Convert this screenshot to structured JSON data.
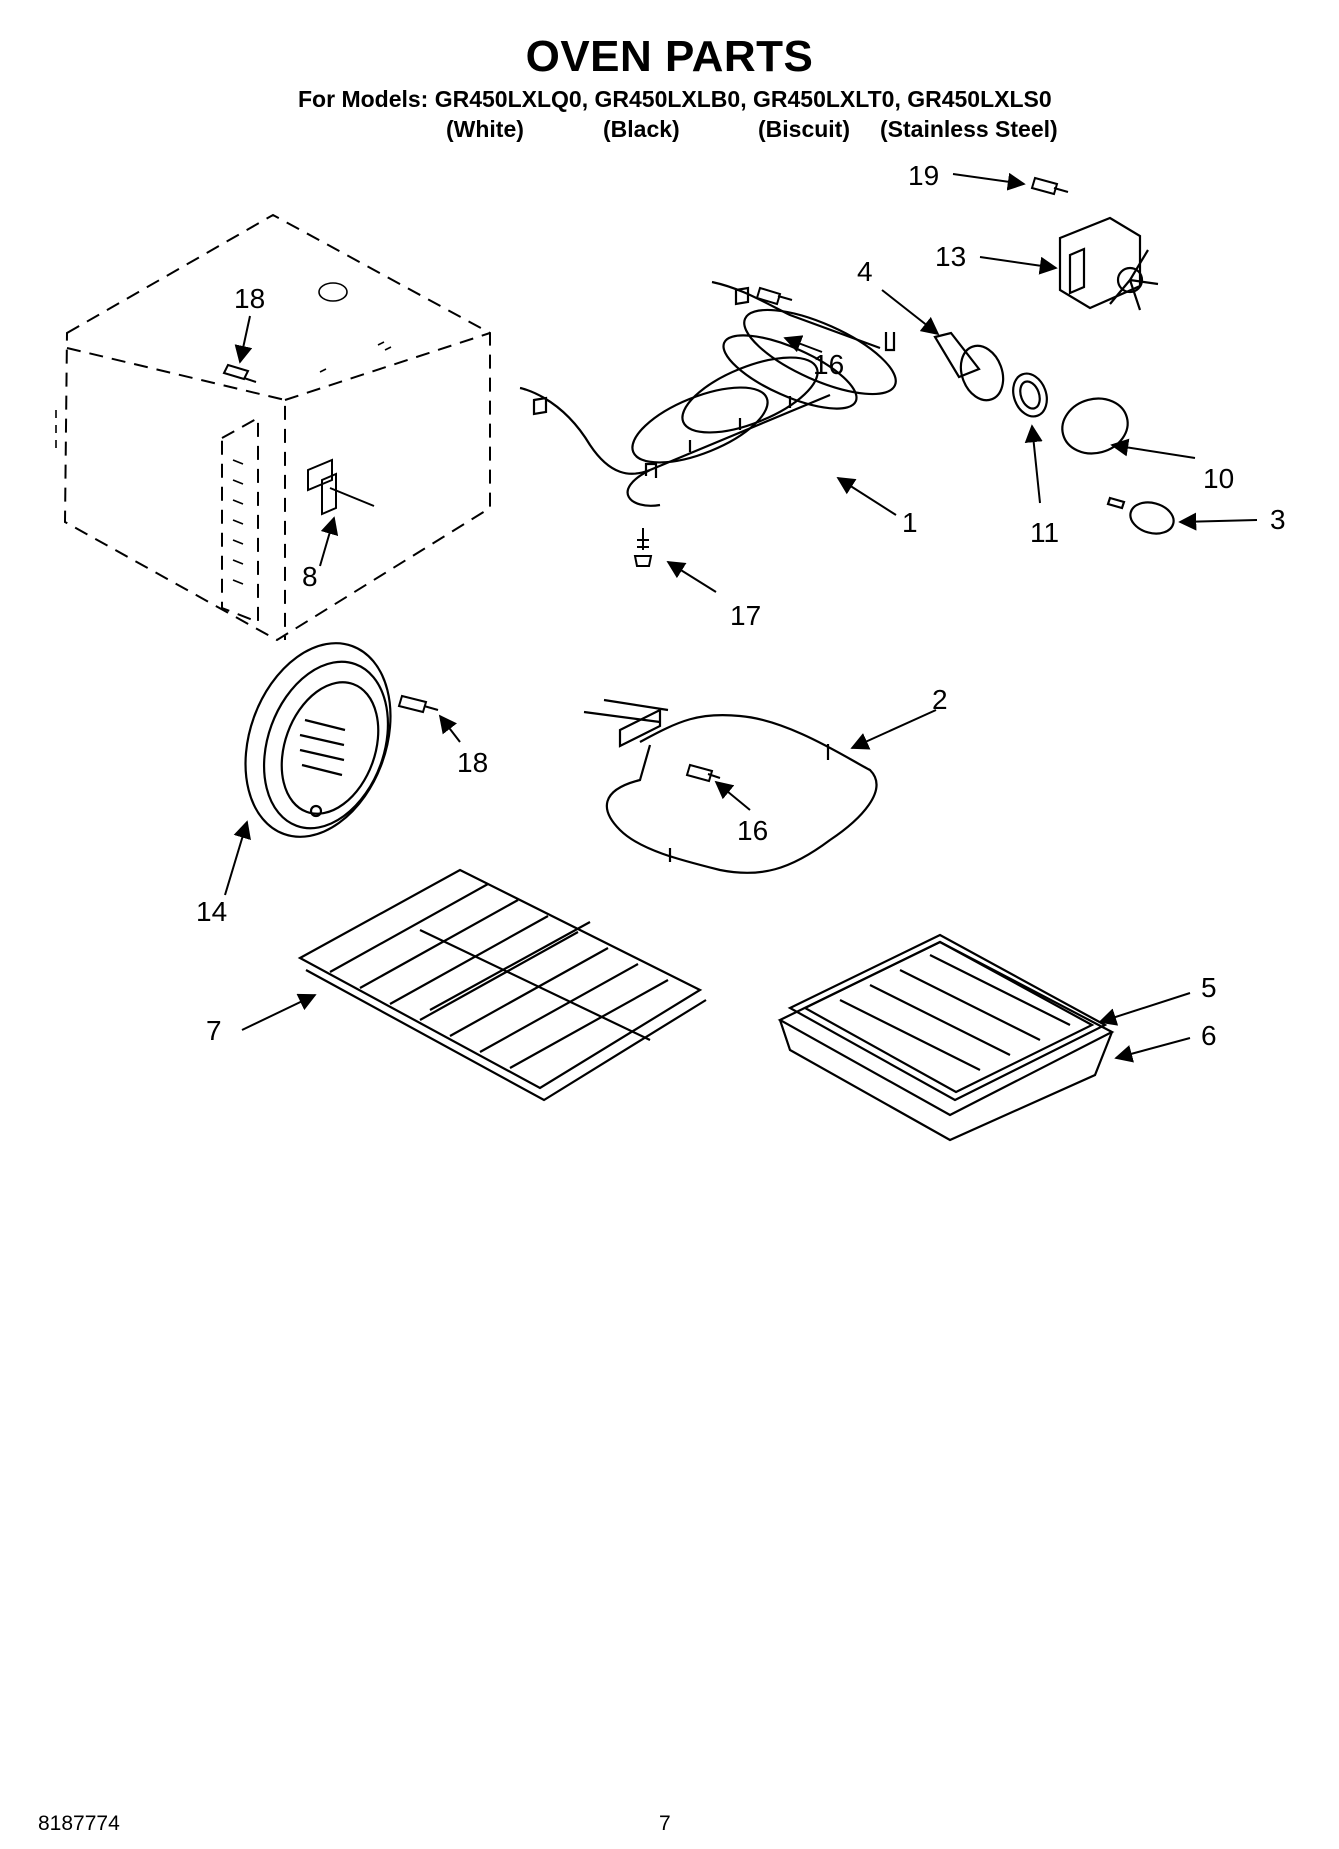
{
  "header": {
    "title": "OVEN PARTS",
    "models_line": "For Models: GR450LXLQ0, GR450LXLB0, GR450LXLT0, GR450LXLS0",
    "variants": [
      "(White)",
      "(Black)",
      "(Biscuit)",
      "(Stainless Steel)"
    ]
  },
  "callouts": {
    "c1": "1",
    "c2": "2",
    "c3": "3",
    "c4": "4",
    "c5": "5",
    "c6": "6",
    "c7": "7",
    "c8": "8",
    "c10": "10",
    "c11": "11",
    "c13": "13",
    "c14": "14",
    "c16a": "16",
    "c16b": "16",
    "c17": "17",
    "c18a": "18",
    "c18b": "18",
    "c19": "19"
  },
  "footer": {
    "doc_number": "8187774",
    "page_number": "7"
  }
}
